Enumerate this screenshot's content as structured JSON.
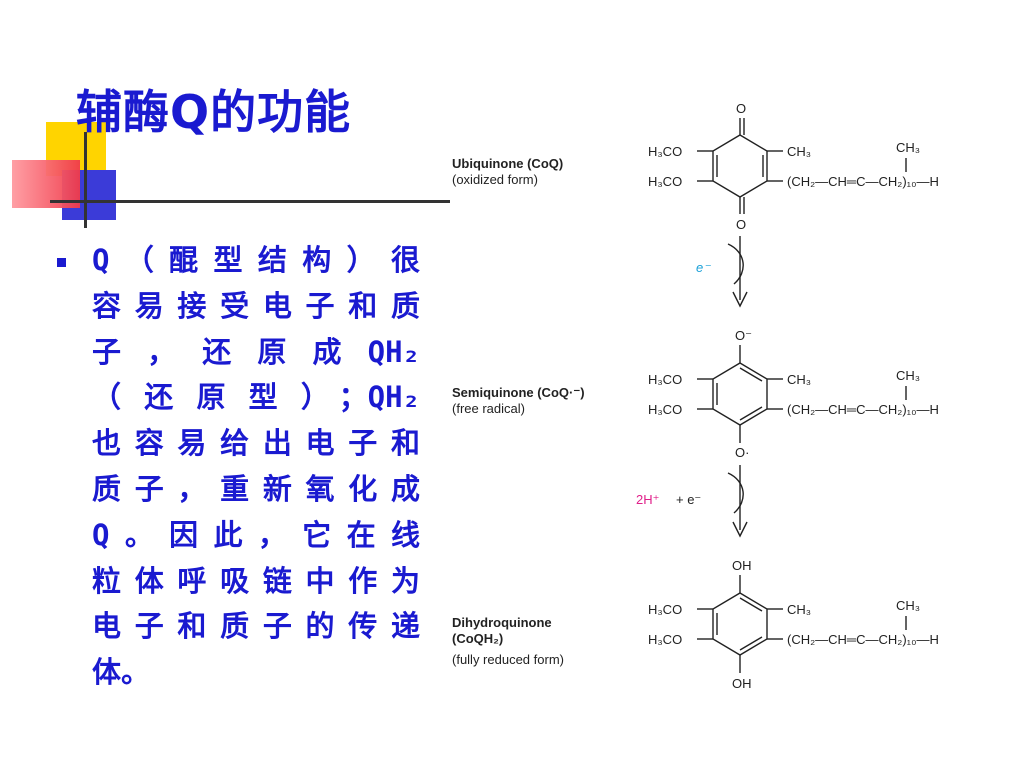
{
  "slide": {
    "title": "辅酶Q的功能",
    "bullet_lines": [
      "Q（醌型结构）很",
      "容易接受电子和质",
      "子，还原成QH₂",
      "（还原型）；QH₂",
      "也容易给出电子和",
      "质子，重新氧化成",
      "Q。因此，它在线",
      "粒体呼吸链中作为",
      "电子和质子的传递",
      "体。"
    ]
  },
  "figure": {
    "ubiquinone": {
      "name": "Ubiquinone (CoQ)",
      "form": "(oxidized form)"
    },
    "semiquinone": {
      "name": "Semiquinone (CoQ·⁻)",
      "form": "(free radical)"
    },
    "dihydroquinone": {
      "name": "Dihydroquinone",
      "formula": "(CoQH₂)",
      "form": "(fully reduced form)"
    },
    "step1_label": "e⁻",
    "step2_label_a": "2H⁺",
    "step2_label_b": "+ e⁻",
    "groups": {
      "methoxy": "H₃CO",
      "methyl": "CH₃",
      "chain": "(CH₂—CH═C—CH₂)₁₀—H",
      "oxo": "O",
      "oxide": "O⁻",
      "radical_o": "O·",
      "hydroxyl": "OH"
    }
  }
}
